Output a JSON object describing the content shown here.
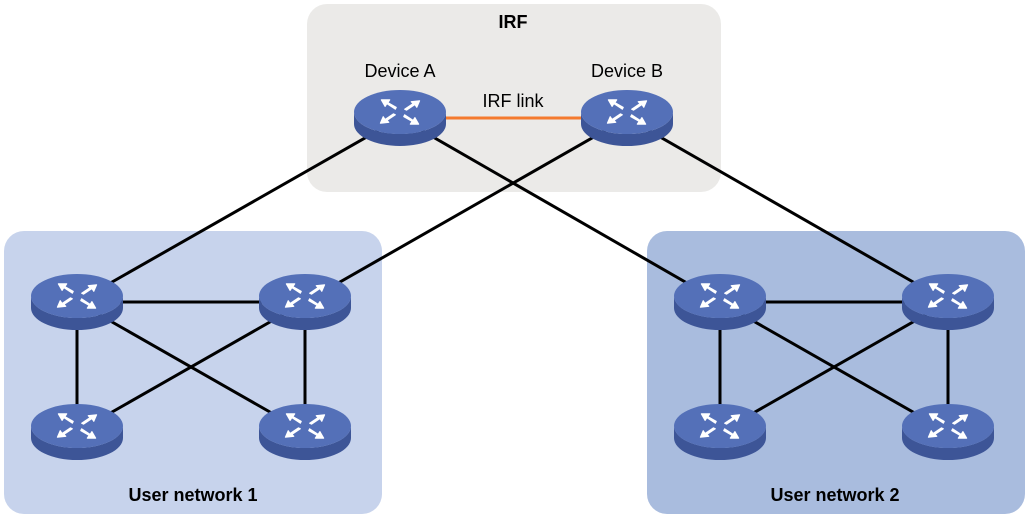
{
  "irf_group": {
    "title": "IRF",
    "fill": "#ebeae8"
  },
  "device_a": {
    "label": "Device A"
  },
  "device_b": {
    "label": "Device B"
  },
  "irf_link": {
    "label": "IRF link",
    "color": "#f47a2e"
  },
  "user_network_1": {
    "title": "User network 1",
    "fill": "#c7d3ec"
  },
  "user_network_2": {
    "title": "User network 2",
    "fill": "#a9bcde"
  },
  "link_color": "#000000",
  "switch_icon": {
    "name": "switch-icon",
    "top": "#5470b8",
    "side": "#3d5597",
    "arrows": "#ffffff"
  }
}
